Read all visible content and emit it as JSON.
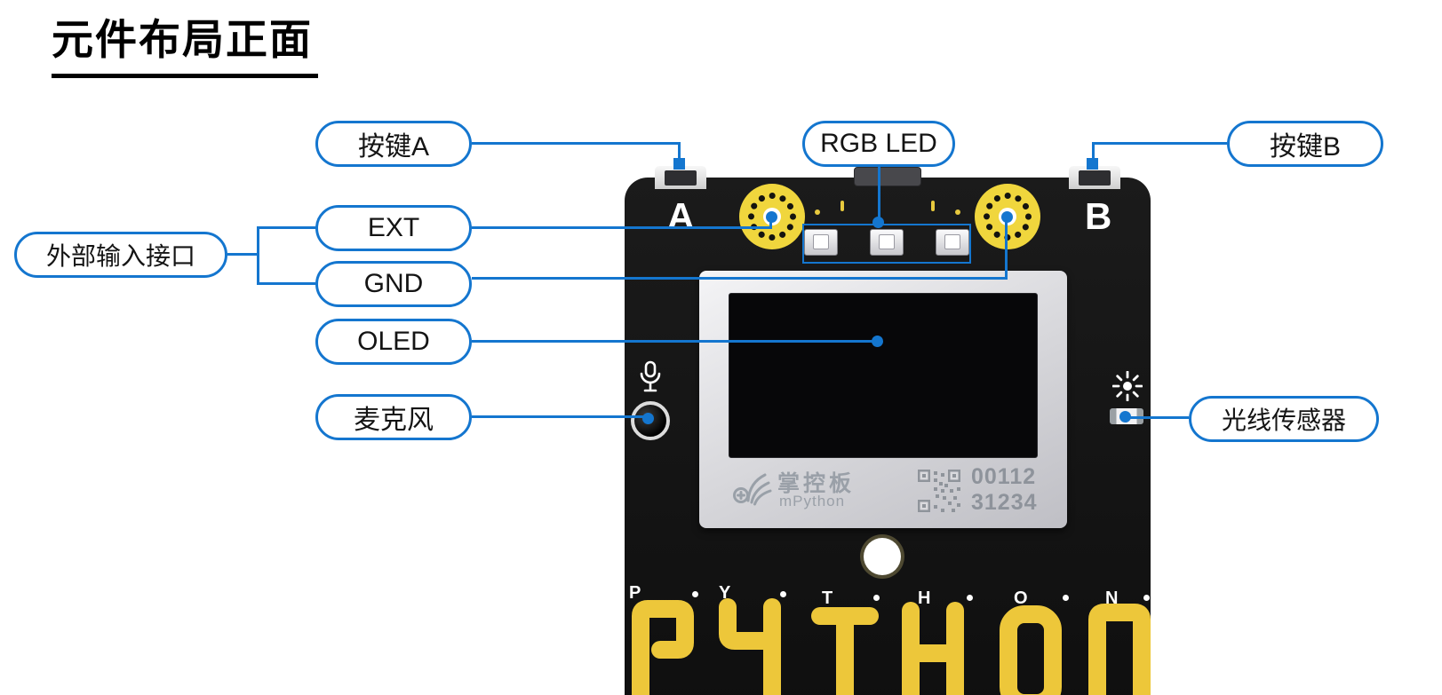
{
  "title": "元件布局正面",
  "colors": {
    "accent_blue": "#1476cf",
    "board_black": "#141414",
    "ring_yellow": "#f0d63d",
    "pad_gold": "#edc73a"
  },
  "callouts": {
    "button_a": "按键A",
    "rgb_led": "RGB LED",
    "button_b": "按键B",
    "external_input": "外部输入接口",
    "ext": "EXT",
    "gnd": "GND",
    "oled": "OLED",
    "microphone": "麦克风",
    "light_sensor": "光线传感器"
  },
  "board": {
    "button_a_label": "A",
    "button_b_label": "B",
    "logo_cn": "掌控板",
    "logo_en": "mPython",
    "serial_line1": "00112",
    "serial_line2": "31234",
    "pad_letters": [
      "P",
      "Y",
      "T",
      "H",
      "O",
      "N"
    ]
  }
}
